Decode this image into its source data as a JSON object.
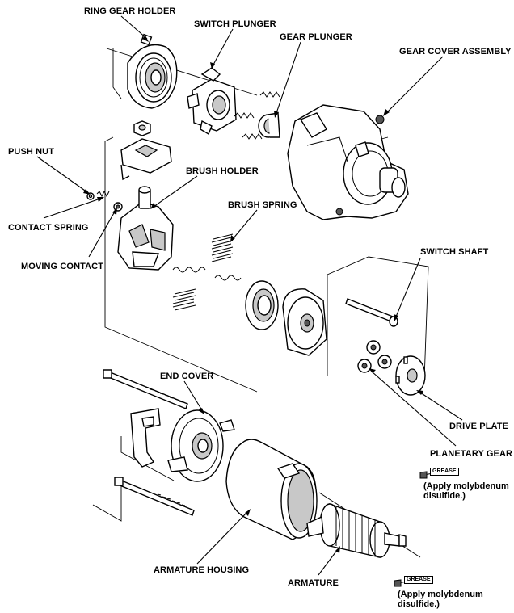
{
  "labels": {
    "ring_gear_holder": "RING GEAR HOLDER",
    "switch_plunger": "SWITCH PLUNGER",
    "gear_plunger": "GEAR PLUNGER",
    "gear_cover_assembly": "GEAR COVER ASSEMBLY",
    "push_nut": "PUSH NUT",
    "brush_holder": "BRUSH HOLDER",
    "brush_spring": "BRUSH SPRING",
    "contact_spring": "CONTACT SPRING",
    "moving_contact": "MOVING CONTACT",
    "switch_shaft": "SWITCH SHAFT",
    "end_cover": "END COVER",
    "drive_plate": "DRIVE PLATE",
    "planetary_gear": "PLANETARY GEAR",
    "armature_housing": "ARMATURE HOUSING",
    "armature": "ARMATURE"
  },
  "grease_notes": [
    {
      "tag": "GREASE",
      "text": "(Apply molybdenum\ndisulfide.)"
    },
    {
      "tag": "GREASE",
      "text": "(Apply molybdenum\ndisulfide.)"
    }
  ]
}
